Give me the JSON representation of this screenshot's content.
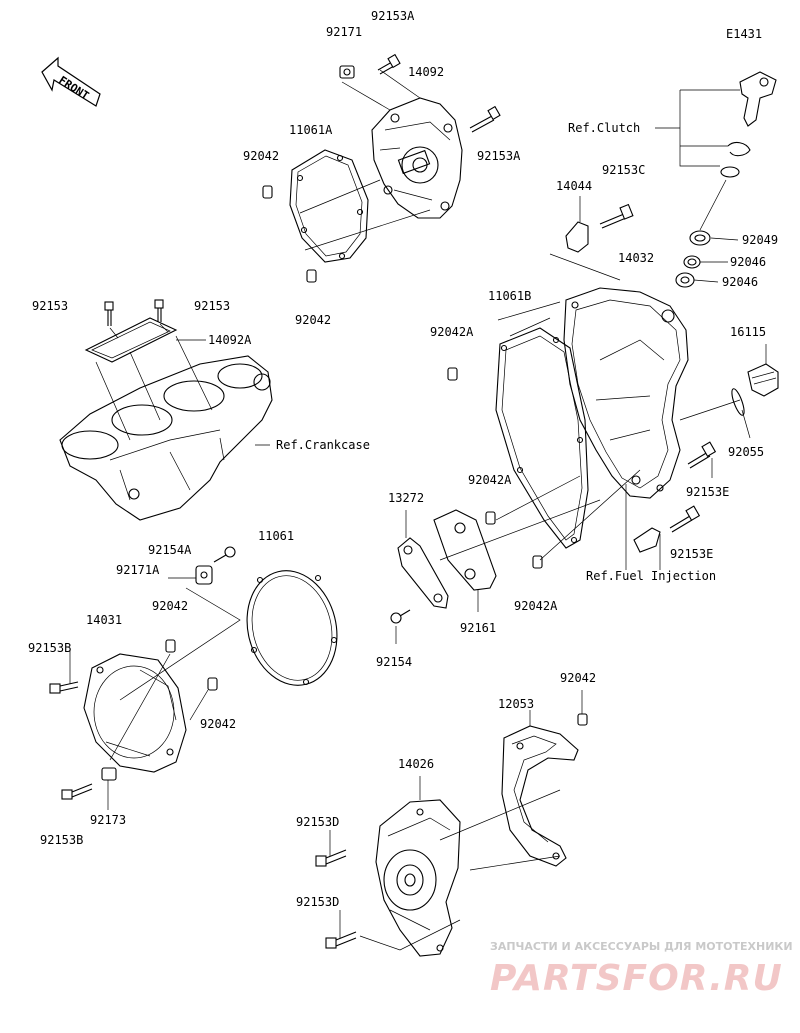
{
  "diagram_code": "E1431",
  "front_label": "FRONT",
  "labels": [
    {
      "id": "p92153A_top",
      "text": "92153A"
    },
    {
      "id": "p92171",
      "text": "92171"
    },
    {
      "id": "p14092",
      "text": "14092"
    },
    {
      "id": "p11061A",
      "text": "11061A"
    },
    {
      "id": "p92042_a",
      "text": "92042"
    },
    {
      "id": "p92153A_r",
      "text": "92153A"
    },
    {
      "id": "p92042_b",
      "text": "92042"
    },
    {
      "id": "refclutch",
      "text": "Ref.Clutch"
    },
    {
      "id": "p92153C",
      "text": "92153C"
    },
    {
      "id": "p14044",
      "text": "14044"
    },
    {
      "id": "p92049",
      "text": "92049"
    },
    {
      "id": "p14032",
      "text": "14032"
    },
    {
      "id": "p92046_a",
      "text": "92046"
    },
    {
      "id": "p92046_b",
      "text": "92046"
    },
    {
      "id": "p92153_l",
      "text": "92153"
    },
    {
      "id": "p92153_r",
      "text": "92153"
    },
    {
      "id": "p11061B",
      "text": "11061B"
    },
    {
      "id": "p14092A",
      "text": "14092A"
    },
    {
      "id": "p92042A_a",
      "text": "92042A"
    },
    {
      "id": "p16115",
      "text": "16115"
    },
    {
      "id": "refcrankcase",
      "text": "Ref.Crankcase"
    },
    {
      "id": "p92055",
      "text": "92055"
    },
    {
      "id": "p92042A_b",
      "text": "92042A"
    },
    {
      "id": "p92153E_a",
      "text": "92153E"
    },
    {
      "id": "p13272",
      "text": "13272"
    },
    {
      "id": "p92153E_b",
      "text": "92153E"
    },
    {
      "id": "p11061",
      "text": "11061"
    },
    {
      "id": "p92154A",
      "text": "92154A"
    },
    {
      "id": "p92171A",
      "text": "92171A"
    },
    {
      "id": "reffuel",
      "text": "Ref.Fuel Injection"
    },
    {
      "id": "p92042_c",
      "text": "92042"
    },
    {
      "id": "p14031",
      "text": "14031"
    },
    {
      "id": "p92042A_c",
      "text": "92042A"
    },
    {
      "id": "p92161",
      "text": "92161"
    },
    {
      "id": "p92153B_a",
      "text": "92153B"
    },
    {
      "id": "p92154",
      "text": "92154"
    },
    {
      "id": "p92042_d",
      "text": "92042"
    },
    {
      "id": "p92042_e",
      "text": "92042"
    },
    {
      "id": "p12053",
      "text": "12053"
    },
    {
      "id": "p14026",
      "text": "14026"
    },
    {
      "id": "p92173",
      "text": "92173"
    },
    {
      "id": "p92153B_b",
      "text": "92153B"
    },
    {
      "id": "p92153D_a",
      "text": "92153D"
    },
    {
      "id": "p92153D_b",
      "text": "92153D"
    }
  ],
  "watermark": {
    "tagline": "ЗАПЧАСТИ И АКСЕССУАРЫ ДЛЯ МОТОТЕХНИКИ",
    "brand": "PARTSFOR.RU"
  }
}
